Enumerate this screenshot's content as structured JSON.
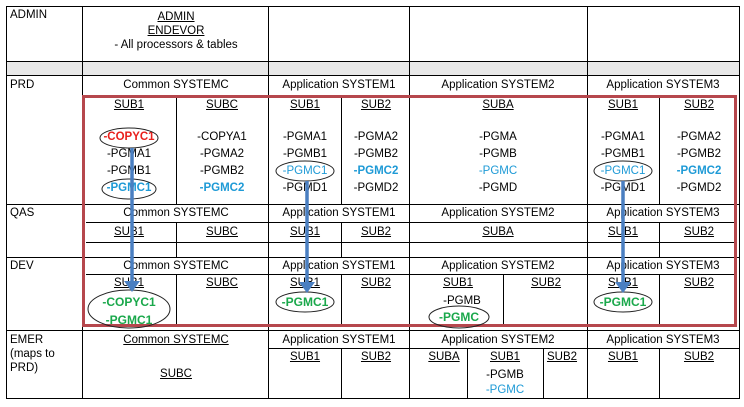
{
  "rows": {
    "admin": "ADMIN",
    "prd": "PRD",
    "qas": "QAS",
    "dev": "DEV",
    "emer_line1": "EMER",
    "emer_line2": "(maps to",
    "emer_line3": "PRD)"
  },
  "admin_cell": {
    "title": "ADMIN",
    "sub": "ENDEVOR",
    "note": "- All processors & tables"
  },
  "systems": {
    "common": "Common SYSTEMC",
    "app1": "Application SYSTEM1",
    "app2": "Application SYSTEM2",
    "app3": "Application SYSTEM3"
  },
  "subs": {
    "sub1": "SUB1",
    "subc": "SUBC",
    "sub2": "SUB2",
    "suba": "SUBA"
  },
  "prd": {
    "common_sub1": [
      "-COPYC1",
      "-PGMA1",
      "-PGMB1",
      "-PGMC1"
    ],
    "common_subc": [
      "-COPYA1",
      "-PGMA2",
      "-PGMB2",
      "-PGMC2"
    ],
    "app1_sub1": [
      "-PGMA1",
      "-PGMB1",
      "-PGMC1",
      "-PGMD1"
    ],
    "app1_sub2": [
      "-PGMA2",
      "-PGMB2",
      "-PGMC2",
      "-PGMD2"
    ],
    "app2_suba": [
      "-PGMA",
      "-PGMB",
      "-PGMC",
      "-PGMD"
    ],
    "app3_sub1": [
      "-PGMA1",
      "-PGMB1",
      "-PGMC1",
      "-PGMD1"
    ],
    "app3_sub2": [
      "-PGMA2",
      "-PGMB2",
      "-PGMC2",
      "-PGMD2"
    ]
  },
  "dev": {
    "common_sub1": [
      "-COPYC1",
      "-PGMC1"
    ],
    "app1_sub1": [
      "-PGMC1"
    ],
    "app2_sub1": [
      "-PGMB",
      "-PGMC"
    ],
    "app3_sub1": [
      "-PGMC1"
    ]
  },
  "emer": {
    "common_subc": "SUBC",
    "app2_sub1": [
      "-PGMB",
      "-PGMC"
    ]
  },
  "colors": {
    "highlight_border": "#b6474d",
    "arrow": "#4a7fc1",
    "blue_text": "#1e9ad6",
    "red_text": "#e8201c",
    "green_text": "#1aa84b",
    "band": "#e8e8e8"
  }
}
